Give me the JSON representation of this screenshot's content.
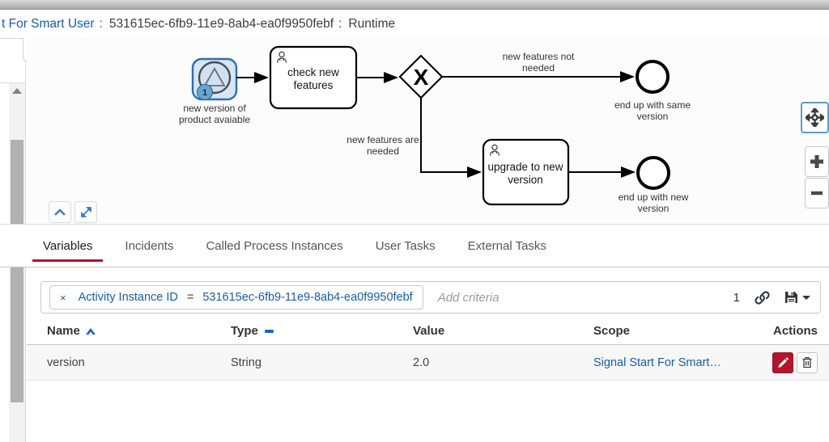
{
  "colors": {
    "accent_red": "#b5152b",
    "link_blue": "#155cb5",
    "start_highlight_fill": "#d7e6f6",
    "start_highlight_stroke": "#2b6fb2",
    "badge_fill": "#6aa6cb"
  },
  "header": {
    "process_link": "t For Smart User",
    "separator": ":",
    "instance_id": "531615ec-6fb9-11e9-8ab4-ea0f9950febf",
    "view_label": "Runtime"
  },
  "diagram": {
    "start_event": {
      "badge": "1",
      "label_line1": "new version of",
      "label_line2": "product avaiable"
    },
    "task_check": {
      "line1": "check new",
      "line2": "features"
    },
    "gateway": {
      "symbol": "X"
    },
    "flow_not_needed": {
      "line1": "new features not",
      "line2": "needed"
    },
    "end_same": {
      "line1": "end up with same",
      "line2": "version"
    },
    "flow_needed": {
      "line1": "new features are",
      "line2": "needed"
    },
    "task_upgrade": {
      "line1": "upgrade to new",
      "line2": "version"
    },
    "end_new": {
      "line1": "end up with new",
      "line2": "version"
    }
  },
  "icons": {
    "back": "chevron-left",
    "collapse_diagram": "chevron-up",
    "expand_diagram": "diagonal-resize-arrows",
    "reset_view": "crosshair-move",
    "zoom_in": "plus",
    "zoom_out": "minus",
    "filter_link": "chain-link",
    "filter_save": "floppy-disk",
    "sort_ascending": "caret-up",
    "sort_neutral": "minus",
    "edit": "pencil",
    "delete": "trash",
    "scroll_up": "triangle-up"
  },
  "tabs": {
    "items": [
      {
        "label": "Variables",
        "active": true
      },
      {
        "label": "Incidents",
        "active": false
      },
      {
        "label": "Called Process Instances",
        "active": false
      },
      {
        "label": "User Tasks",
        "active": false
      },
      {
        "label": "External Tasks",
        "active": false
      }
    ]
  },
  "filter": {
    "chip": {
      "remove_symbol": "×",
      "field": "Activity Instance ID",
      "operator": "=",
      "value": "531615ec-6fb9-11e9-8ab4-ea0f9950febf"
    },
    "placeholder": "Add criteria",
    "result_count": "1"
  },
  "table": {
    "columns": {
      "name": "Name",
      "type": "Type",
      "value": "Value",
      "scope": "Scope",
      "actions": "Actions"
    },
    "rows": [
      {
        "name": "version",
        "type": "String",
        "value": "2.0",
        "scope": "Signal Start For Smart…"
      }
    ]
  }
}
